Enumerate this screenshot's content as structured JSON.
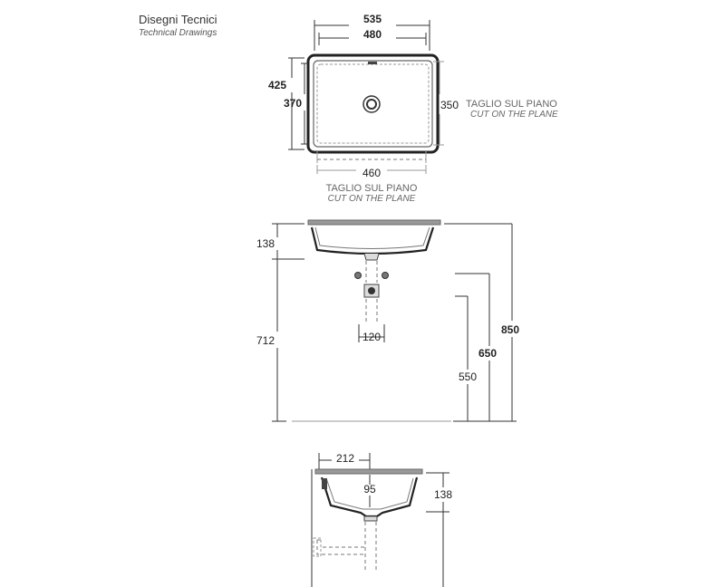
{
  "header": {
    "title": "Disegni Tecnici",
    "subtitle": "Technical Drawings"
  },
  "top_view": {
    "dim_outer_width": "535",
    "dim_inner_width": "480",
    "dim_outer_depth": "425",
    "dim_inner_depth": "370",
    "dim_cut_depth": "350",
    "dim_cut_width": "460",
    "cut_label_right": "TAGLIO SUL PIANO",
    "cut_label_right_en": "CUT ON THE PLANE",
    "cut_label_bottom": "TAGLIO SUL PIANO",
    "cut_label_bottom_en": "CUT ON THE PLANE"
  },
  "front_view": {
    "dim_basin_height": "138",
    "dim_total_height": "712",
    "dim_trap_width": "120",
    "dim_850": "850",
    "dim_650": "650",
    "dim_550": "550"
  },
  "side_view": {
    "dim_depth": "212",
    "dim_drain": "95",
    "dim_height": "138"
  }
}
